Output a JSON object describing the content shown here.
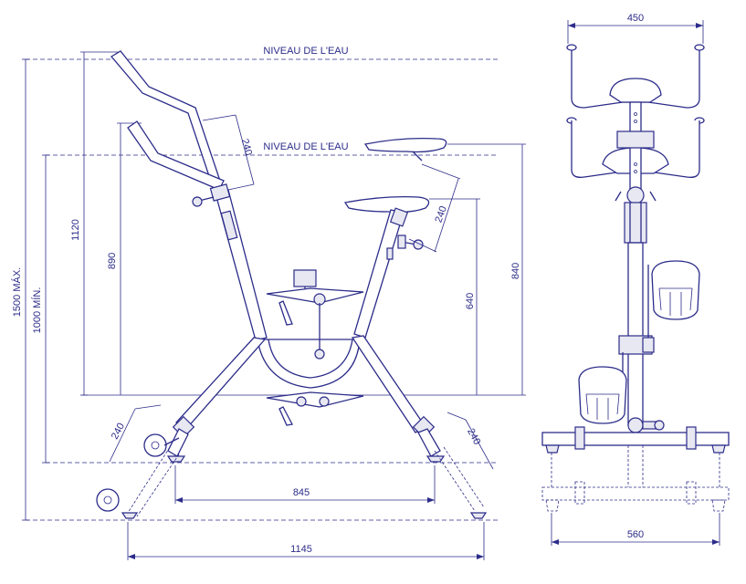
{
  "labels": {
    "water_level_1": "NIVEAU DE L'EAU",
    "water_level_2": "NIVEAU DE L'EAU",
    "max_height": "1500  MÁX.",
    "min_height": "1000  MÍN.",
    "height_1120": "1120",
    "height_890": "890",
    "height_640": "640",
    "height_840": "840",
    "adj_240_handle": "240",
    "adj_240_seat": "240",
    "adj_240_foot_left": "240",
    "adj_240_foot_right": "240",
    "base_845": "845",
    "base_1145": "1145",
    "width_450": "450",
    "width_560": "560"
  },
  "colors": {
    "line": "#2c2c8a",
    "background": "#ffffff"
  }
}
